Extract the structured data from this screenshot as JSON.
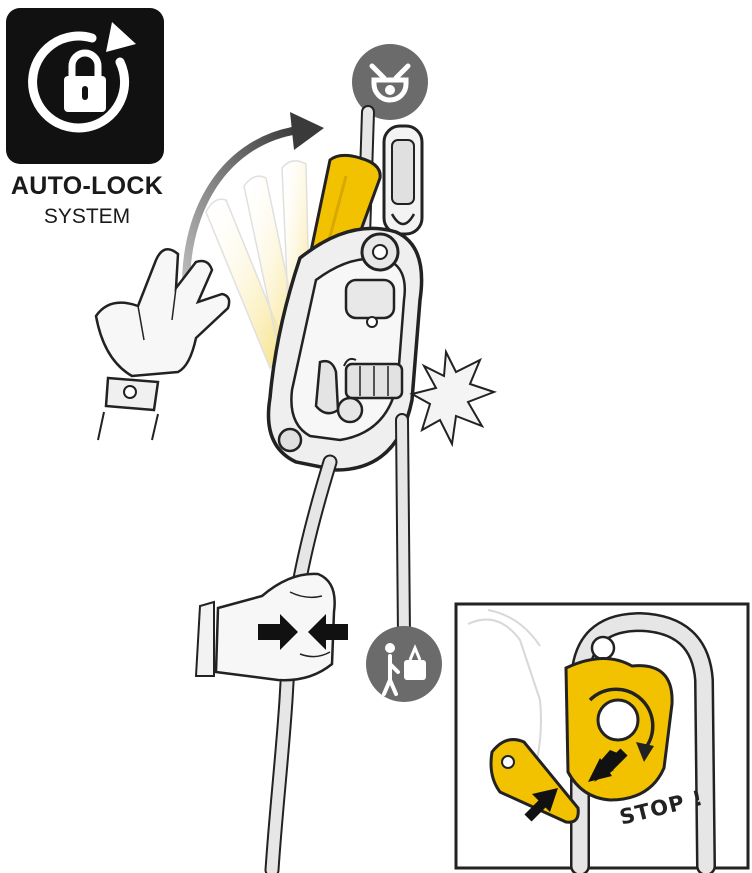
{
  "badge": {
    "title": "AUTO-LOCK",
    "subtitle": "SYSTEM",
    "icon": "lock-with-rotation-arrow-icon"
  },
  "inset": {
    "label": "STOP !"
  },
  "icons": {
    "top_anchor": "anchor-overhead-icon",
    "bottom_anchor": "person-with-load-icon"
  },
  "colors": {
    "handle_yellow": "#f2c200",
    "outline": "#222222",
    "body_gray": "#e9e9e9",
    "icon_gray": "#6b6b6b",
    "badge_black": "#111111"
  }
}
